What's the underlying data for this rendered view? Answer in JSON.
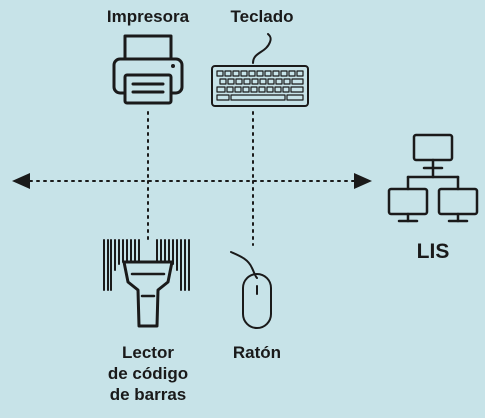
{
  "nodes": {
    "printer": {
      "label": "Impresora",
      "icon": "printer-icon"
    },
    "keyboard": {
      "label": "Teclado",
      "icon": "keyboard-icon"
    },
    "lis": {
      "label": "LIS",
      "icon": "network-icon"
    },
    "scanner": {
      "label_lines": [
        "Lector",
        "de código",
        "de barras"
      ],
      "icon": "barcode-scanner-icon"
    },
    "mouse": {
      "label": "Ratón",
      "icon": "mouse-icon"
    }
  },
  "colors": {
    "background": "#c7e3e8",
    "ink": "#1a1a1a"
  }
}
